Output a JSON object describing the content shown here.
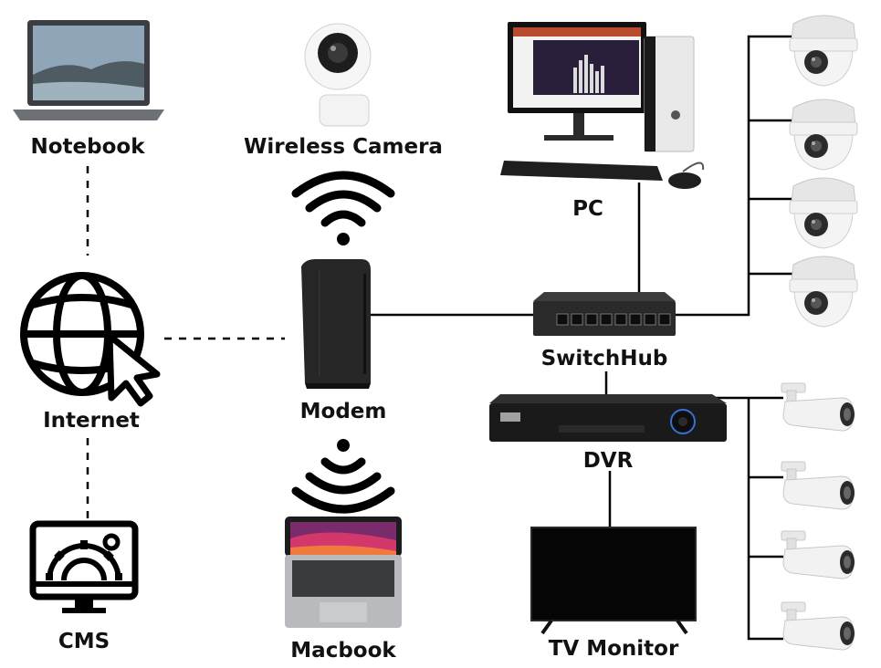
{
  "nodes": {
    "notebook": "Notebook",
    "wireless_camera": "Wireless Camera",
    "pc": "PC",
    "internet": "Internet",
    "modem": "Modem",
    "switchhub": "SwitchHub",
    "dvr": "DVR",
    "cms": "CMS",
    "macbook": "Macbook",
    "tv_monitor": "TV Monitor"
  },
  "icons": {
    "notebook": "laptop-icon",
    "wireless_camera": "wifi-camera-icon",
    "pc": "desktop-pc-icon",
    "internet": "globe-cursor-icon",
    "modem": "modem-icon",
    "switchhub": "network-switch-icon",
    "dvr": "dvr-recorder-icon",
    "cms": "monitor-gear-icon",
    "macbook": "macbook-icon",
    "tv_monitor": "tv-icon",
    "dome_camera": "dome-camera-icon",
    "bullet_camera": "bullet-camera-icon",
    "wifi": "wifi-signal-icon"
  },
  "colors": {
    "line": "#000000",
    "device_dark": "#1e1e1e",
    "camera_body": "#ececec"
  }
}
